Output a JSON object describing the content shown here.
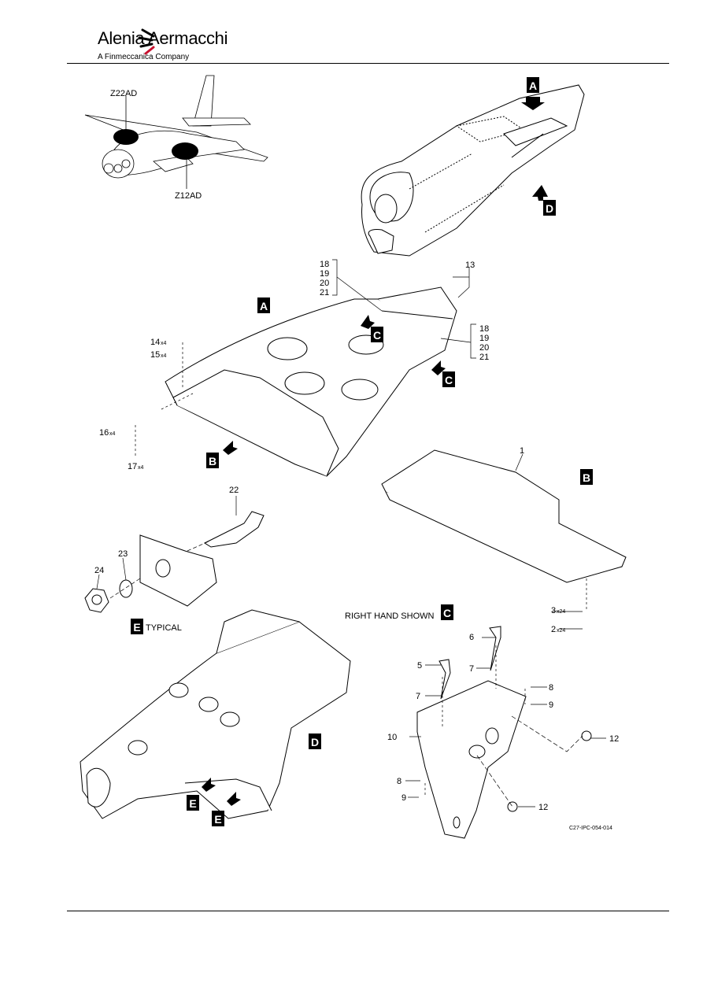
{
  "header": {
    "brand_name": "Alenia Aermacchi",
    "brand_subtitle": "A Finmeccanica Company"
  },
  "zones": {
    "upper": "Z22AD",
    "lower": "Z12AD"
  },
  "views": {
    "A": "A",
    "B": "B",
    "C": "C",
    "D": "D",
    "E": "E",
    "right_hand_shown": "RIGHT HAND SHOWN",
    "typical": "TYPICAL"
  },
  "callouts": {
    "p1": "1",
    "p2": "2",
    "p2_qty": "x24",
    "p3": "3",
    "p3_qty": "x24",
    "p5": "5",
    "p6": "6",
    "p7": "7",
    "p8": "8",
    "p9": "9",
    "p10": "10",
    "p12": "12",
    "p13": "13",
    "p14": "14",
    "p14_qty": "x4",
    "p15": "15",
    "p15_qty": "x4",
    "p16": "16",
    "p16_qty": "x4",
    "p17": "17",
    "p17_qty": "x4",
    "p18": "18",
    "p19": "19",
    "p20": "20",
    "p21": "21",
    "p22": "22",
    "p23": "23",
    "p24": "24"
  },
  "figure_id": "C27-IPC-054-014",
  "icons": [
    "alenia-logo-icon",
    "view-arrow-icon",
    "aircraft-icon"
  ]
}
